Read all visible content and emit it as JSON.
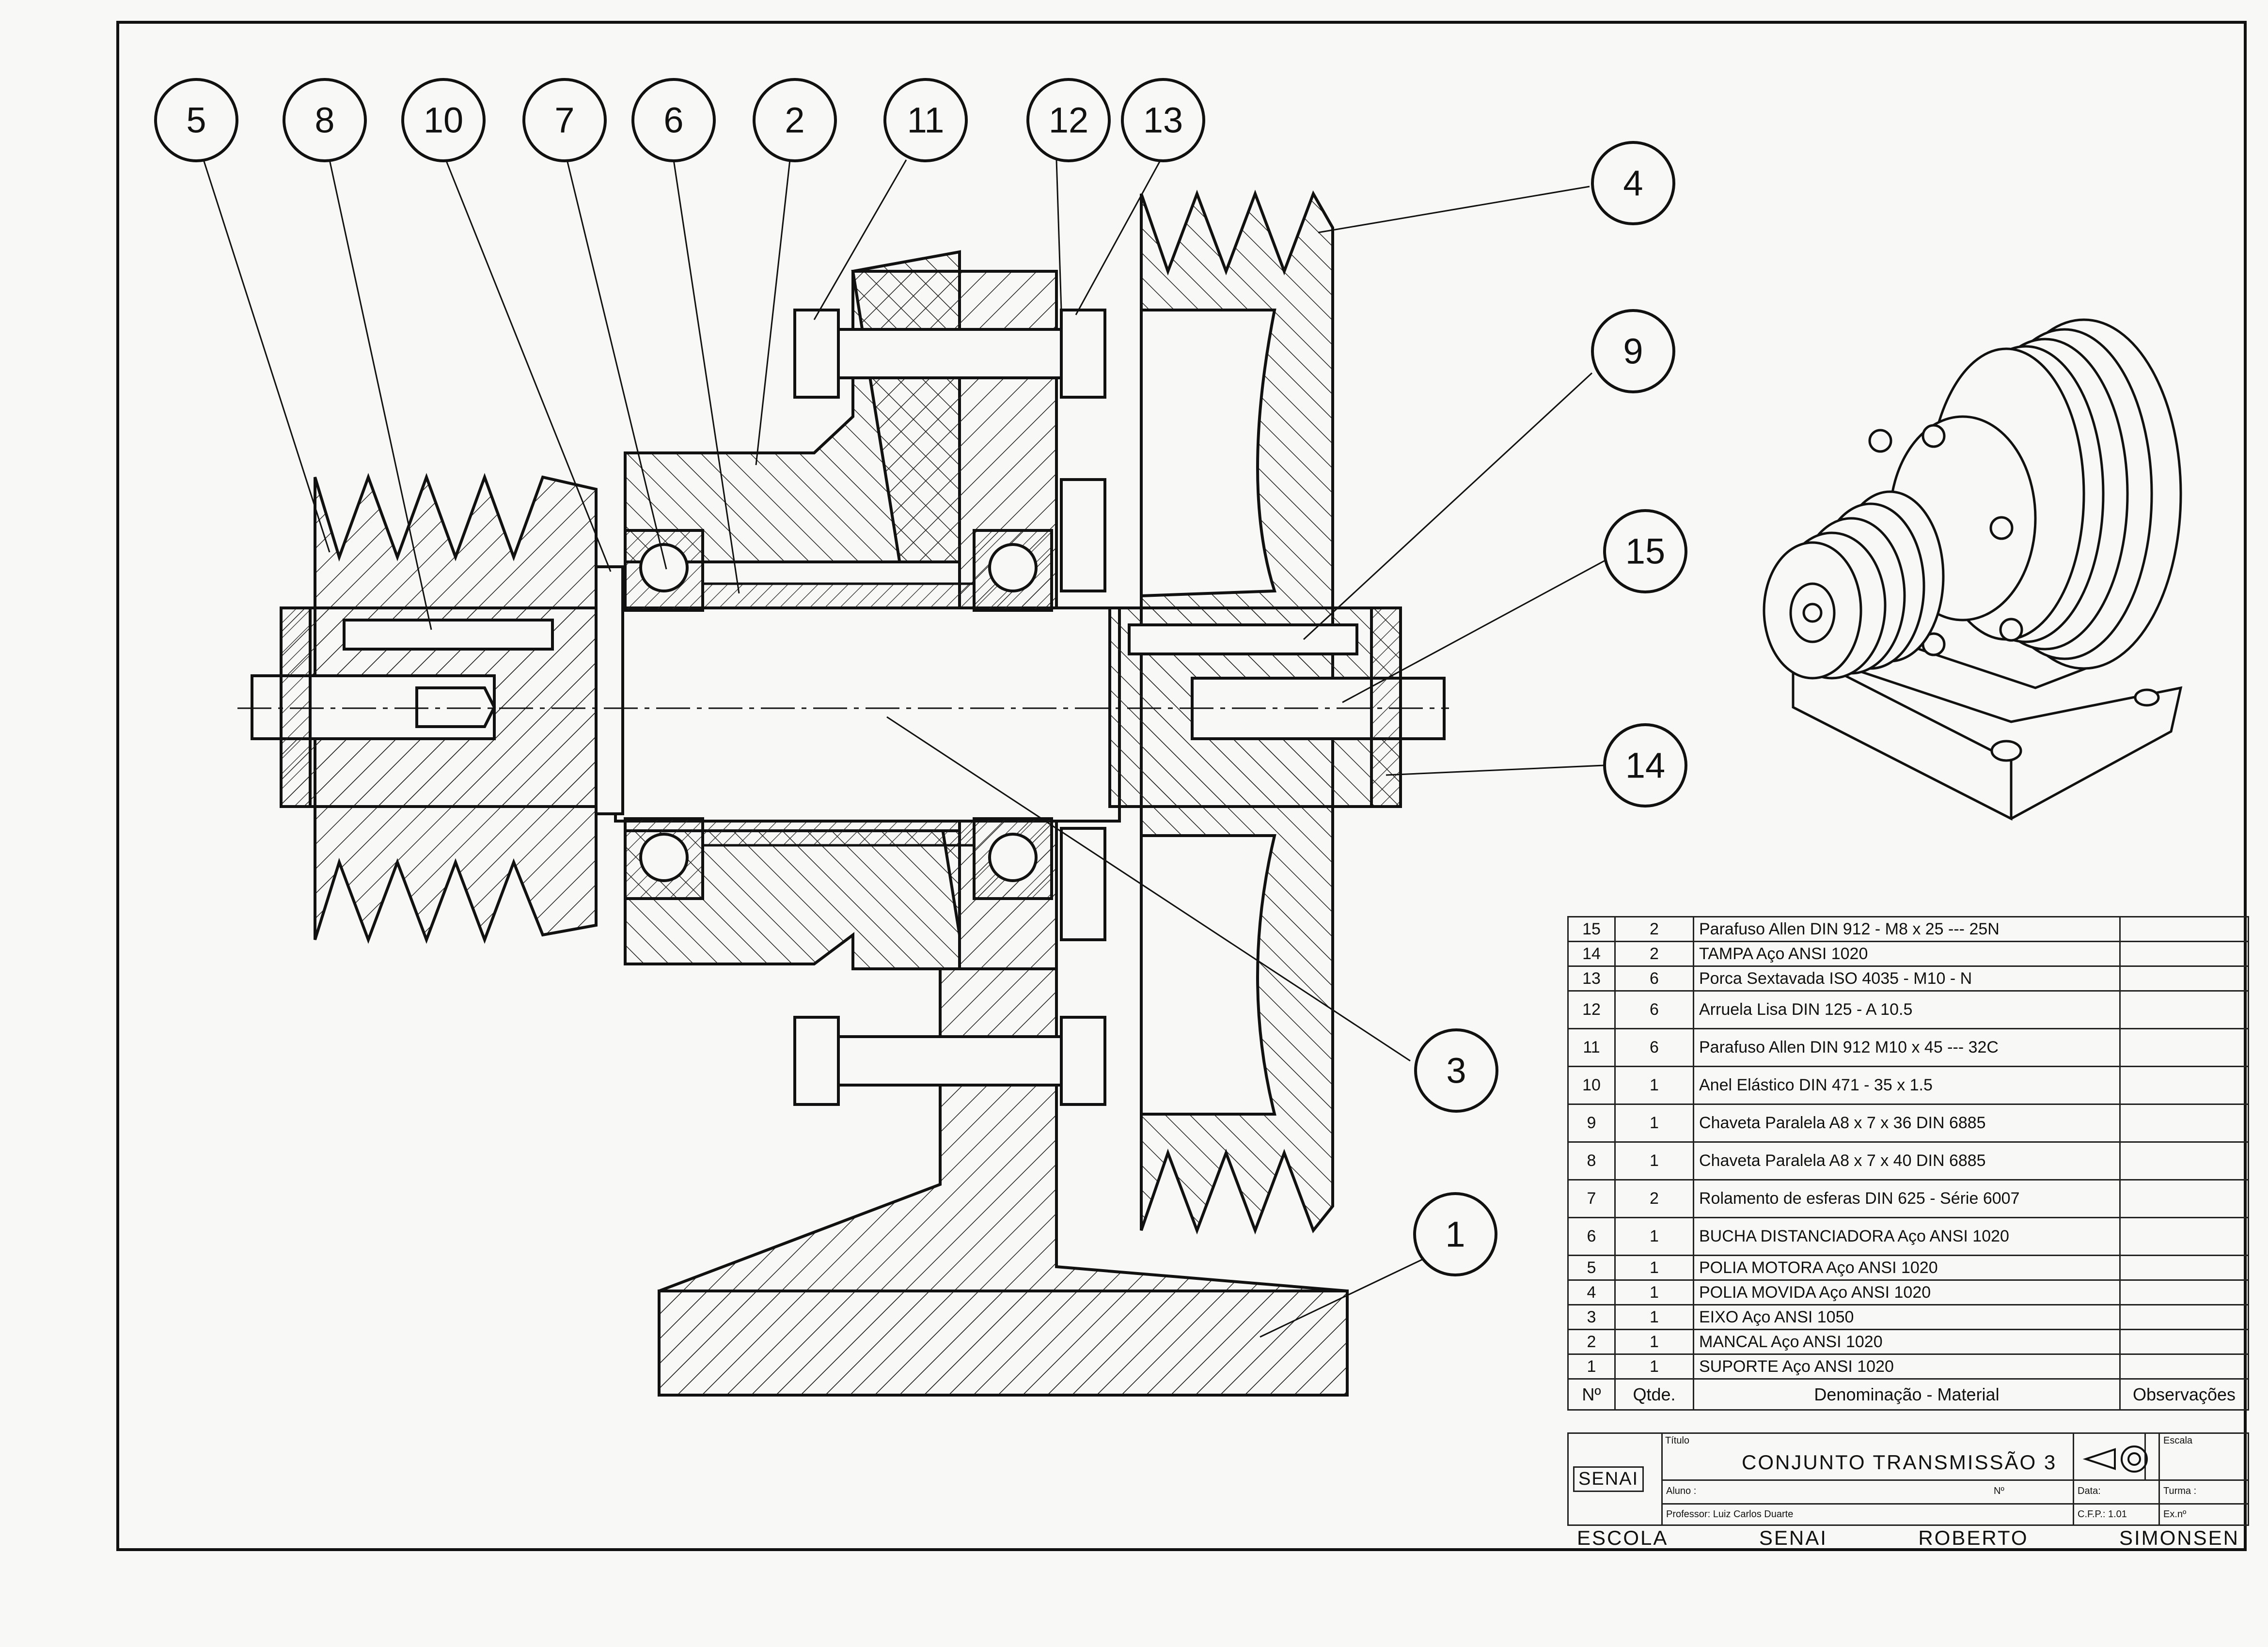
{
  "balloons": [
    "5",
    "8",
    "10",
    "7",
    "6",
    "2",
    "11",
    "12",
    "13",
    "4",
    "9",
    "15",
    "14",
    "3",
    "1"
  ],
  "bom": {
    "rows": [
      {
        "no": "15",
        "qty": "2",
        "desc": "Parafuso Allen DIN 912 - M8 x 25 --- 25N",
        "obs": ""
      },
      {
        "no": "14",
        "qty": "2",
        "desc": "TAMPA    Aço  ANSI 1020",
        "obs": ""
      },
      {
        "no": "13",
        "qty": "6",
        "desc": "Porca Sextavada  ISO 4035 - M10 - N",
        "obs": ""
      },
      {
        "no": "12",
        "qty": "6",
        "desc": "Arruela   Lisa   DIN 125 - A 10.5",
        "obs": ""
      },
      {
        "no": "11",
        "qty": "6",
        "desc": "Parafuso Allen DIN 912 M10 x 45 --- 32C",
        "obs": ""
      },
      {
        "no": "10",
        "qty": "1",
        "desc": "Anel Elástico   DIN 471 - 35 x 1.5",
        "obs": ""
      },
      {
        "no": "9",
        "qty": "1",
        "desc": "Chaveta  Paralela  A8 x 7 x 36 DIN 6885",
        "obs": ""
      },
      {
        "no": "8",
        "qty": "1",
        "desc": "Chaveta  Paralela  A8 x 7 x 40 DIN 6885",
        "obs": ""
      },
      {
        "no": "7",
        "qty": "2",
        "desc": "Rolamento de esferas  DIN 625 -   Série  6007",
        "obs": ""
      },
      {
        "no": "6",
        "qty": "1",
        "desc": "BUCHA DISTANCIADORA  Aço  ANSI 1020",
        "obs": ""
      },
      {
        "no": "5",
        "qty": "1",
        "desc": "POLIA  MOTORA   Aço  ANSI 1020",
        "obs": ""
      },
      {
        "no": "4",
        "qty": "1",
        "desc": "POLIA  MOVIDA    Aço  ANSI 1020",
        "obs": ""
      },
      {
        "no": "3",
        "qty": "1",
        "desc": "EIXO                Aço  ANSI 1050",
        "obs": ""
      },
      {
        "no": "2",
        "qty": "1",
        "desc": "MANCAL         Aço  ANSI 1020",
        "obs": ""
      },
      {
        "no": "1",
        "qty": "1",
        "desc": "SUPORTE         Aço  ANSI 1020",
        "obs": ""
      }
    ],
    "header": {
      "no": "Nº",
      "qty": "Qtde.",
      "desc": "Denominação  -  Material",
      "obs": "Observações"
    }
  },
  "title_block": {
    "titulo_label": "Título",
    "title": "CONJUNTO  TRANSMISSÃO  3",
    "escala_label": "Escala",
    "logo": "SENAI",
    "aluno_label": "Aluno :",
    "numero_label": "Nº",
    "data_label": "Data:",
    "turma_label": "Turma :",
    "professor": "Professor:  Luiz  Carlos  Duarte",
    "cfp": "C.F.P.: 1.01",
    "ex_label": "Ex.nº",
    "school": [
      "ESCOLA",
      "SENAI",
      "ROBERTO",
      "SIMONSEN"
    ]
  }
}
